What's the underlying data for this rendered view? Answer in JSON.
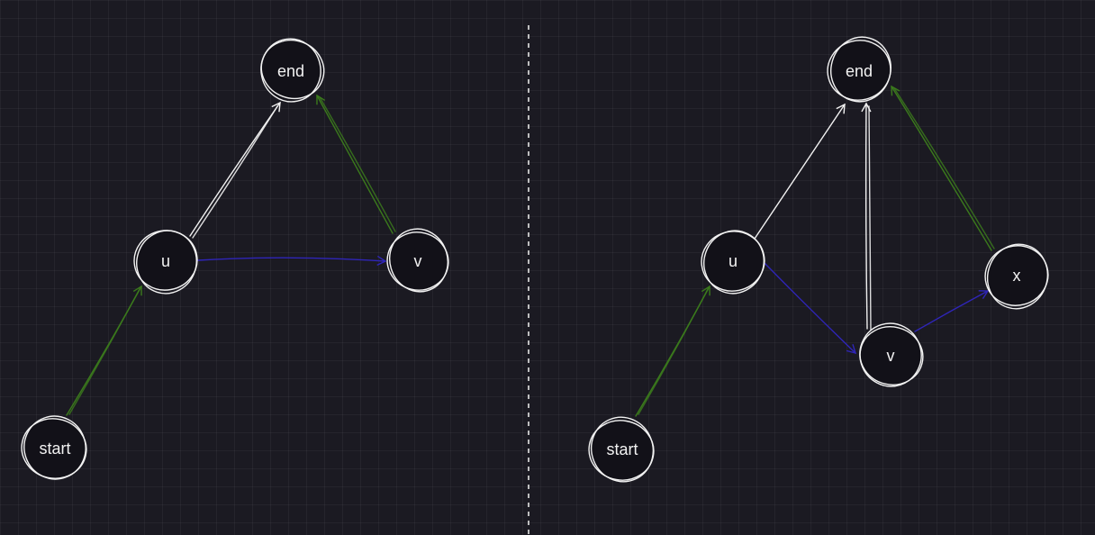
{
  "colors": {
    "background": "#1b1a22",
    "stroke": "#f2f2f2",
    "green_edge": "#3b7a1c",
    "blue_edge": "#2f25b8",
    "divider": "#e6e6e6"
  },
  "left_graph": {
    "nodes": {
      "start": "start",
      "u": "u",
      "v": "v",
      "end": "end"
    },
    "edges": [
      {
        "from": "start",
        "to": "u",
        "color": "green"
      },
      {
        "from": "u",
        "to": "end",
        "color": "white"
      },
      {
        "from": "u",
        "to": "v",
        "color": "blue"
      },
      {
        "from": "v",
        "to": "end",
        "color": "green"
      }
    ]
  },
  "right_graph": {
    "nodes": {
      "start": "start",
      "u": "u",
      "v": "v",
      "x": "x",
      "end": "end"
    },
    "edges": [
      {
        "from": "start",
        "to": "u",
        "color": "green"
      },
      {
        "from": "u",
        "to": "end",
        "color": "white"
      },
      {
        "from": "u",
        "to": "v",
        "color": "blue"
      },
      {
        "from": "v",
        "to": "end",
        "color": "white"
      },
      {
        "from": "v",
        "to": "x",
        "color": "blue"
      },
      {
        "from": "x",
        "to": "end",
        "color": "green"
      }
    ]
  }
}
